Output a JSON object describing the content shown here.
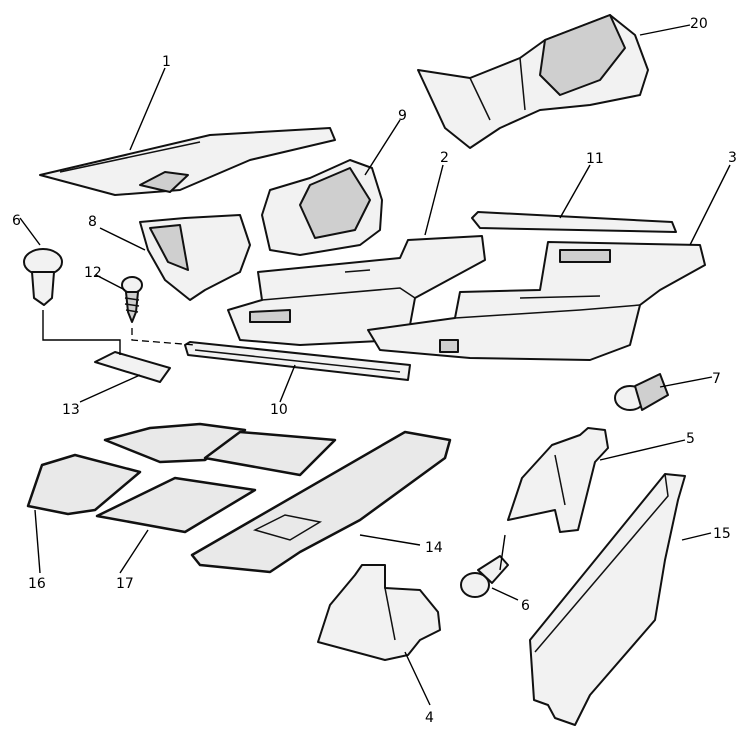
{
  "callouts": {
    "c1": "1",
    "c2": "2",
    "c3": "3",
    "c4": "4",
    "c5": "5",
    "c6a": "6",
    "c6b": "6",
    "c7": "7",
    "c8": "8",
    "c9": "9",
    "c10": "10",
    "c11": "11",
    "c12": "12",
    "c13": "13",
    "c14": "14",
    "c15": "15",
    "c16": "16",
    "c17": "17",
    "c20": "20"
  }
}
